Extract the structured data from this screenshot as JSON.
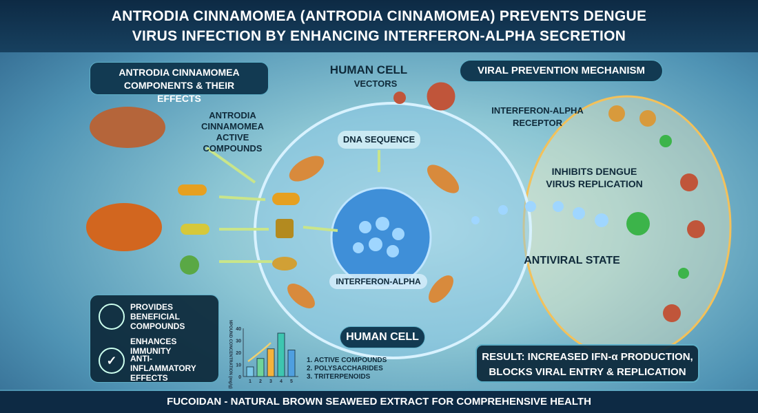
{
  "title": {
    "line1": "ANTRODIA CINNAMOMEA (ANTRODIA CINNAMOMEA) PREVENTS DENGUE",
    "line2": "VIRUS INFECTION BY ENHANCING INTERFERON-ALPHA SECRETION"
  },
  "labels": {
    "components_box": "ANTRODIA CINNAMOMEA COMPONENTS & THEIR EFFECTS",
    "human_cell_top": "HUMAN CELL",
    "vectors": "VECTORS",
    "viral_prevention": "VIRAL PREVENTION MECHANISM",
    "active_compounds": "ANTRODIA CINNAMOMEA ACTIVE COMPOUNDS",
    "dna_sequence": "DNA SEQUENCE",
    "receptor": "INTERFERON-ALPHA RECEPTOR",
    "inhibits": "INHIBITS DENGUE VIRUS REPLICATION",
    "interferon_alpha": "INTERFERON-ALPHA",
    "antiviral_state": "ANTIVIRAL STATE",
    "human_cell_bottom": "HUMAN CELL"
  },
  "effects": [
    "PROVIDES BENEFICIAL COMPOUNDS",
    "ENHANCES IMMUNITY",
    "ANTI-INFLAMMATORY EFFECTS"
  ],
  "mini_chart": {
    "type": "bar",
    "ylabel": "COMPOUND CONCENTRATION (mg/g)",
    "categories": [
      "1",
      "2",
      "3",
      "4",
      "5"
    ],
    "values": [
      8,
      15,
      23,
      36,
      22
    ],
    "yticks": [
      "0",
      "10",
      "20",
      "30",
      "40"
    ],
    "ylim": [
      0,
      40
    ],
    "colors": [
      "#7cc7e8",
      "#6fd49a",
      "#f6b23c",
      "#3ec6b0",
      "#4f9fe0"
    ]
  },
  "legend": [
    "1. ACTIVE COMPOUNDS",
    "2. POLYSACCHARIDES",
    "3. TRITERPENOIDS"
  ],
  "result": {
    "line1": "RESULT: INCREASED IFN-α PRODUCTION,",
    "line2": "BLOCKS VIRAL ENTRY & REPLICATION"
  },
  "footer": "FUCOIDAN - NATURAL BROWN SEAWEED EXTRACT FOR COMPREHENSIVE HEALTH",
  "colors": {
    "navy": "#0d2a44",
    "teal": "#5fb0c8",
    "check": "#3cb44a",
    "virus": "#c0553a"
  }
}
